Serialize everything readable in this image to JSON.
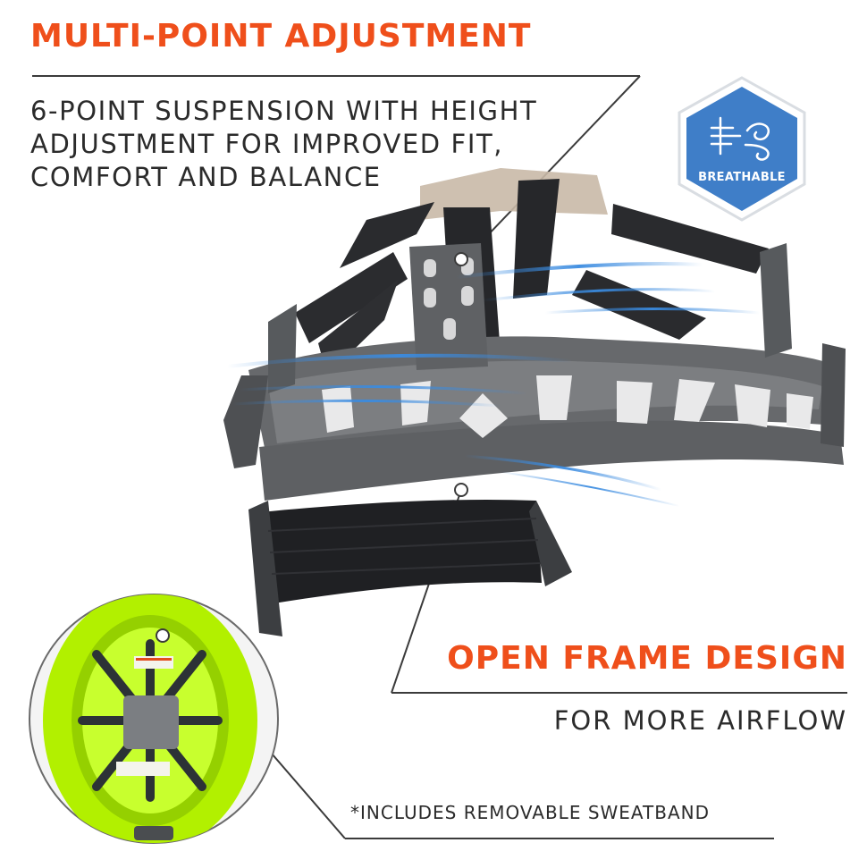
{
  "features": {
    "top_heading": "MULTI-POINT ADJUSTMENT",
    "top_description": "6-POINT SUSPENSION WITH HEIGHT ADJUSTMENT FOR IMPROVED FIT, COMFORT AND BALANCE",
    "bottom_heading": "OPEN FRAME DESIGN",
    "bottom_description": "FOR MORE AIRFLOW",
    "footnote": "*INCLUDES REMOVABLE SWEATBAND"
  },
  "badge": {
    "label": "BREATHABLE",
    "icon": "wind-air-icon",
    "color": "#3f7ec8"
  },
  "colors": {
    "accent": "#ef4f1b",
    "text": "#2b2b2b",
    "frame": "#616366",
    "strap": "#1f2023",
    "helmet": "#b2f000",
    "airflow": "#3a8be0"
  },
  "images": {
    "main": "hard-hat-suspension-frame",
    "inset": "hard-hat-underside-view"
  }
}
